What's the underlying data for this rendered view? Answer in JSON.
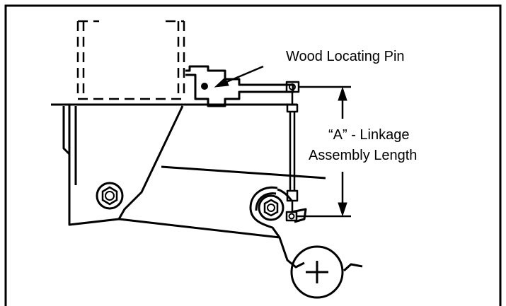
{
  "labels": {
    "pin": "Wood Locating Pin",
    "dimension_line1": "“A” - Linkage",
    "dimension_line2": "Assembly Length"
  }
}
